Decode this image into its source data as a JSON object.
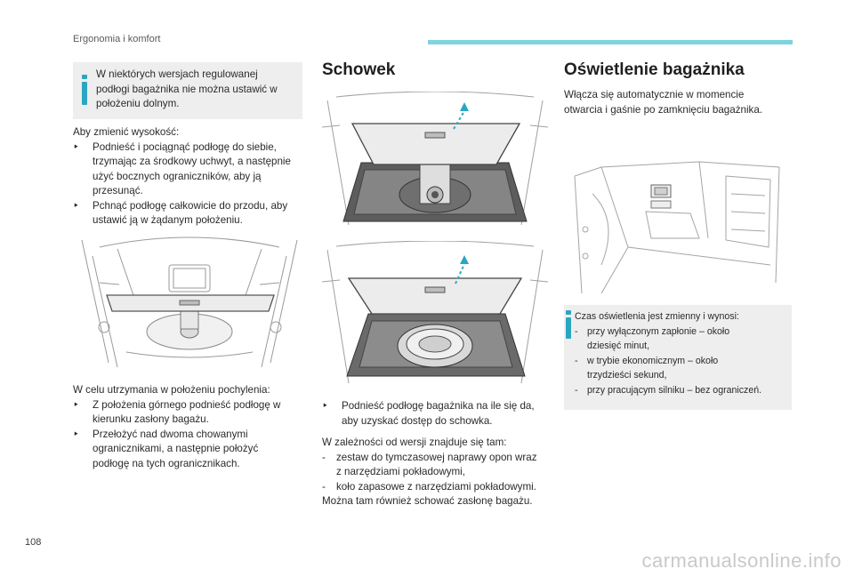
{
  "header": {
    "title": "Ergonomia i komfort"
  },
  "left": {
    "note": {
      "line1": "W niektórych wersjach regulowanej",
      "line2": "podłogi bagażnika nie można ustawić w",
      "line3": "położeniu dolnym."
    },
    "height": {
      "intro": "Aby zmienić wysokość:",
      "b1_l1": "Podnieść i pociągnąć podłogę do siebie,",
      "b1_l2": "trzymając za środkowy uchwyt, a następnie",
      "b1_l3": "użyć bocznych ograniczników, aby ją",
      "b1_l4": "przesunąć.",
      "b2_l1": "Pchnąć podłogę całkowicie do przodu, aby",
      "b2_l2": "ustawić ją w żądanym położeniu."
    },
    "incline": {
      "intro": "W celu utrzymania w położeniu pochylenia:",
      "b1_l1": "Z położenia górnego podnieść podłogę w",
      "b1_l2": "kierunku zasłony bagażu.",
      "b2_l1": "Przełożyć nad dwoma chowanymi",
      "b2_l2": "ogranicznikami, a następnie położyć",
      "b2_l3": "podłogę na tych ogranicznikach."
    },
    "bullet_glyph": "‣"
  },
  "middle": {
    "title": "Schowek",
    "step_l1": "Podnieść podłogę bagażnika na ile się da,",
    "step_l2": "aby uzyskać dostęp do schowka.",
    "versions_intro": "W zależności od wersji znajduje się tam:",
    "d1_l1": "zestaw do tymczasowej naprawy opon wraz",
    "d1_l2": "z narzędziami pokładowymi,",
    "d2": "koło zapasowe z narzędziami pokładowymi.",
    "outro": "Można tam również schować zasłonę bagażu.",
    "dash": "-"
  },
  "right": {
    "title": "Oświetlenie bagażnika",
    "desc_l1": "Włącza się automatycznie w momencie",
    "desc_l2": "otwarcia i gaśnie po zamknięciu bagażnika.",
    "note": {
      "intro": "Czas oświetlenia jest zmienny i wynosi:",
      "d1_l1": "przy wyłączonym zapłonie – około",
      "d1_l2": "dziesięć minut,",
      "d2_l1": "w trybie ekonomicznym – około",
      "d2_l2": "trzydzieści sekund,",
      "d3": "przy pracującym silniku – bez ograniczeń."
    }
  },
  "footer": {
    "page_number": "108",
    "watermark": "carmanualsonline.info"
  },
  "colors": {
    "accent": "#2aa7c0",
    "header_bar": "#7fd3e0",
    "note_bg": "#eeeeee"
  }
}
